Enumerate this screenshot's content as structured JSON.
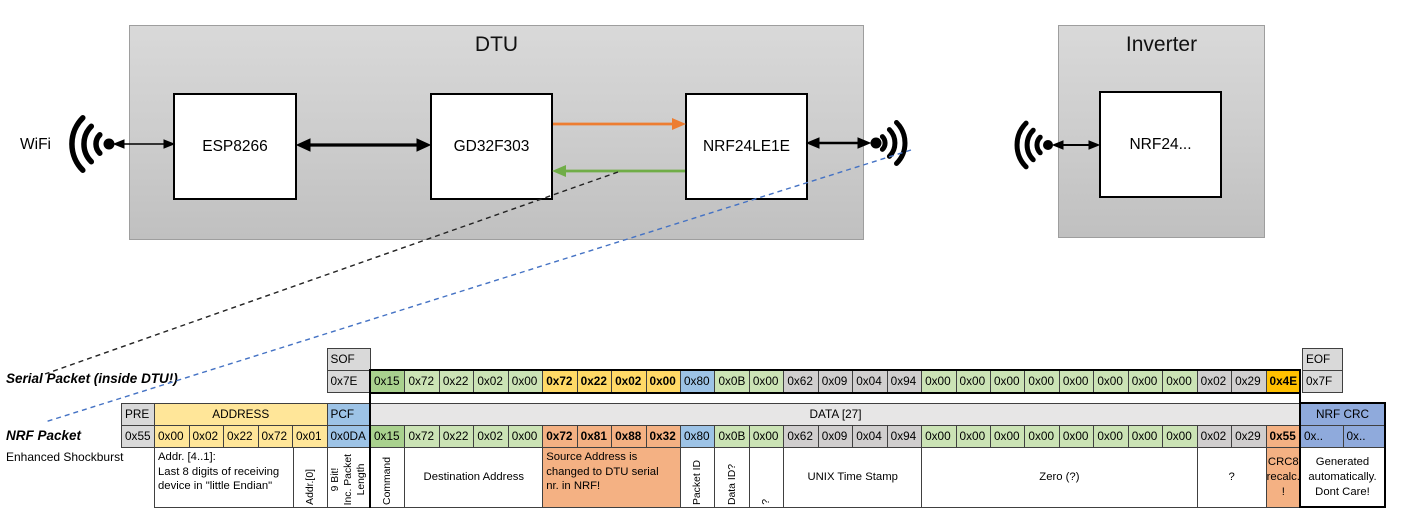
{
  "diagram": {
    "wifi_label": "WiFi",
    "dtu_title": "DTU",
    "inverter_title": "Inverter",
    "esp": "ESP8266",
    "gd32": "GD32F303",
    "nrf_dtu": "NRF24LE1E",
    "nrf_inverter": "NRF24...",
    "colors": {
      "orange_arrow": "#ED7D31",
      "green_arrow": "#70AD47",
      "dashed_black": "#222222",
      "dashed_blue": "#4472C4",
      "box_gray": "#cccccc"
    }
  },
  "serial_packet": {
    "label": "Serial Packet (inside DTU!)",
    "sof_header": "SOF",
    "sof_value": "0x7E",
    "eof_header": "EOF",
    "eof_value": "0x7F",
    "bytes": [
      {
        "v": "0x15",
        "c": "g2"
      },
      {
        "v": "0x72",
        "c": "g"
      },
      {
        "v": "0x22",
        "c": "g"
      },
      {
        "v": "0x02",
        "c": "g"
      },
      {
        "v": "0x00",
        "c": "g"
      },
      {
        "v": "0x72",
        "c": "y"
      },
      {
        "v": "0x22",
        "c": "y"
      },
      {
        "v": "0x02",
        "c": "y"
      },
      {
        "v": "0x00",
        "c": "y"
      },
      {
        "v": "0x80",
        "c": "bl"
      },
      {
        "v": "0x0B",
        "c": "g"
      },
      {
        "v": "0x00",
        "c": "g"
      },
      {
        "v": "0x62",
        "c": "gr"
      },
      {
        "v": "0x09",
        "c": "gr"
      },
      {
        "v": "0x04",
        "c": "gr"
      },
      {
        "v": "0x94",
        "c": "gr"
      },
      {
        "v": "0x00",
        "c": "g"
      },
      {
        "v": "0x00",
        "c": "g"
      },
      {
        "v": "0x00",
        "c": "g"
      },
      {
        "v": "0x00",
        "c": "g"
      },
      {
        "v": "0x00",
        "c": "g"
      },
      {
        "v": "0x00",
        "c": "g"
      },
      {
        "v": "0x00",
        "c": "g"
      },
      {
        "v": "0x00",
        "c": "g"
      },
      {
        "v": "0x02",
        "c": "gr"
      },
      {
        "v": "0x29",
        "c": "gr"
      },
      {
        "v": "0x4E",
        "c": "a"
      }
    ]
  },
  "nrf_packet": {
    "label": "NRF Packet",
    "sublabel": "Enhanced Shockburst",
    "pre_header": "PRE",
    "pre_value": "0x55",
    "address_header": "ADDRESS",
    "address_values": [
      "0x00",
      "0x02",
      "0x22",
      "0x72",
      "0x01"
    ],
    "pcf_header": "PCF",
    "pcf_value": "0x0DA",
    "data_header": "DATA [27]",
    "bytes": [
      {
        "v": "0x15",
        "c": "g2"
      },
      {
        "v": "0x72",
        "c": "g"
      },
      {
        "v": "0x22",
        "c": "g"
      },
      {
        "v": "0x02",
        "c": "g"
      },
      {
        "v": "0x00",
        "c": "g"
      },
      {
        "v": "0x72",
        "c": "s"
      },
      {
        "v": "0x81",
        "c": "s"
      },
      {
        "v": "0x88",
        "c": "s"
      },
      {
        "v": "0x32",
        "c": "s"
      },
      {
        "v": "0x80",
        "c": "bl"
      },
      {
        "v": "0x0B",
        "c": "g"
      },
      {
        "v": "0x00",
        "c": "g"
      },
      {
        "v": "0x62",
        "c": "gr"
      },
      {
        "v": "0x09",
        "c": "gr"
      },
      {
        "v": "0x04",
        "c": "gr"
      },
      {
        "v": "0x94",
        "c": "gr"
      },
      {
        "v": "0x00",
        "c": "g"
      },
      {
        "v": "0x00",
        "c": "g"
      },
      {
        "v": "0x00",
        "c": "g"
      },
      {
        "v": "0x00",
        "c": "g"
      },
      {
        "v": "0x00",
        "c": "g"
      },
      {
        "v": "0x00",
        "c": "g"
      },
      {
        "v": "0x00",
        "c": "g"
      },
      {
        "v": "0x00",
        "c": "g"
      },
      {
        "v": "0x02",
        "c": "gr"
      },
      {
        "v": "0x29",
        "c": "gr"
      },
      {
        "v": "0x55",
        "c": "s"
      }
    ],
    "crc_header": "NRF CRC",
    "crc_values": [
      "0x..",
      "0x.."
    ]
  },
  "annotations": [
    {
      "text": "Addr. [4..1]:\nLast 8 digits of receiving\ndevice in \"little Endian\"",
      "align": "left"
    },
    {
      "text": "Addr.[0]",
      "vertical": true
    },
    {
      "text": "9 Bit!\nInc. Packet\nLength",
      "vertical": true
    },
    {
      "text": "Command",
      "vertical": true
    },
    {
      "text": "Destination Address"
    },
    {
      "text": "Source Address is\nchanged to DTU serial\nnr. in NRF!",
      "align": "left",
      "bg": "salmon"
    },
    {
      "text": "Packet ID",
      "vertical": true
    },
    {
      "text": "Data ID?",
      "vertical": true
    },
    {
      "text": "?",
      "vertical": true
    },
    {
      "text": "UNIX Time Stamp"
    },
    {
      "text": "Zero (?)"
    },
    {
      "text": "?"
    },
    {
      "text": "CRC8\nrecalc.\n!",
      "bg": "salmon"
    },
    {
      "text": "Generated\nautomatically.\nDont Care!"
    }
  ],
  "cell_colors": {
    "green_dark": "#A9D18E",
    "green_light": "#CBE3B5",
    "gold": "#FFD966",
    "amber": "#FFC000",
    "salmon": "#F4B183",
    "blue": "#9DC3E6",
    "blue_crc": "#8FAADC",
    "gray_cell": "#D0CECE",
    "gray_header": "#D9D9D9",
    "yellow": "#FFE699",
    "data_strip": "#E7E6E6"
  }
}
